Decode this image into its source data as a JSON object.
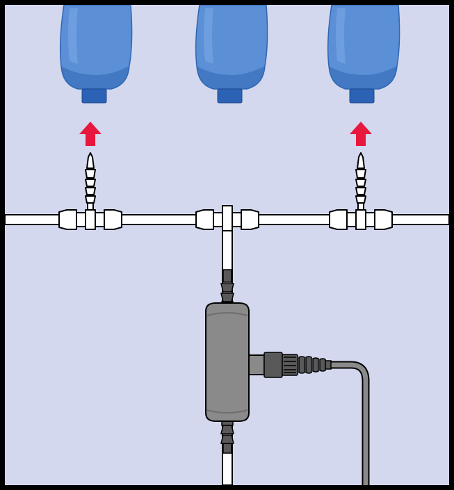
{
  "illustration": {
    "colors": {
      "background": "#d3d8ee",
      "border": "#000000",
      "tubing": "#ffffff",
      "tubing_outline": "#000000",
      "bottle": "#5b8fd6",
      "bottle_highlight": "#7aa9e6",
      "bottle_shadow": "#2f66b3",
      "bottle_cap": "#2b62b5",
      "arrow": "#e8173d",
      "pump_body": "#8a8a8a",
      "pump_shadow": "#6e6e6e",
      "fitting": "#595959",
      "cable": "#8a8a8a"
    },
    "bottles": [
      {
        "name": "bottle-left",
        "arrow": true
      },
      {
        "name": "bottle-center",
        "arrow": false
      },
      {
        "name": "bottle-right",
        "arrow": true
      }
    ],
    "icons": {
      "up_arrow": "arrow-up-icon",
      "tee": "tee-connector-icon",
      "pump": "inline-pump-icon"
    }
  }
}
